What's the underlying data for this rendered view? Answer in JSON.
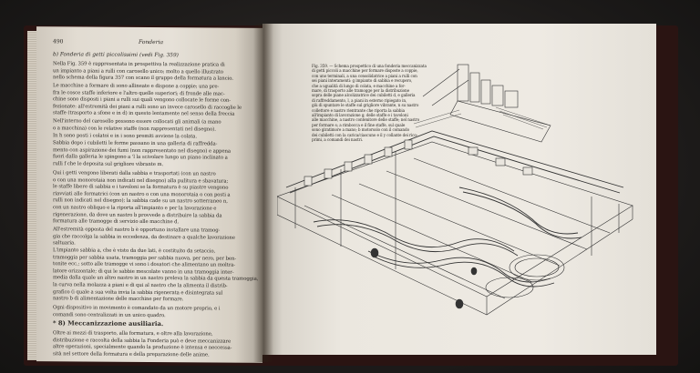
{
  "left_page": {
    "page_number": "490",
    "running_head": "Fonderia",
    "subsection_heading": "b) Fonderia di getti piccolissimi (vedi Fig. 359)",
    "paragraphs": [
      "Nella Fig. 359 è rappresentata in prospettiva la realizzazione pratica di\nun impianto a piani a rulli con carosello unico; molto a quello illustrato\nnello schema della figura 357 con scano il gruppo della formatura a lancio.",
      "Le macchine a formare di sono allineate e dispone a coppie; una pre-\nfra le cosce staffe inferiore e l'altro quelle superiori; di fronde alle mac-\nchine sono disposti i piani a rulli sui quali vengono collocate le forme con-\nfezionate: all'estremità dei piani a rulli sono un invece carosello di raccoglie le\nstaffe (trasporto a sfone e in d) in questo lentamente nel senso della freccia",
      "Nell'interno del carosello possono essere collocati gli animali (a mano\no a macchina) con le relative staffe (non rappresentati nel disegno).",
      "In h sono posti i colatoi e in i sono premiti avviene la colata.",
      "Sabbia dopo i cubiletti le forme passano in una galleria di raffredda-\nmento con aspirazione dei fumi (non rappresentato nel disegno) e appena\nfuori dalla galleria le spingono a 'l la scivolare lungo un piano inclinato a\nrulli f che le deposita sul grigliore vibrante m.",
      "Qui i getti vengono liberati dalla sabbia e trasportati (con un nastro\no con una monorotaia non indicati nel disegno) alla pulitura e sbavatura;\nle staffe libere di sabbia e i tavoloni se la formatura è su piastre vengono\nriavviati alle formatrici (con un nastro o con una monorotaia o con posti a\nrulli non indicati nel disegno); la sabbia cade su un nastro sotterraneo n,\ncon un nastro obliquo e la riporta all'impianto e per la lavorazione e\nrigenerazione, da dove un nastro b provvede a distribuire la sabbia da\nformatura alle tramogge di servizio alle macchine d.",
      "All'estremità opposta del nastro b è opportuno installare una tramog-\ngia che raccolga la sabbia in eccedenza, da destinare a qualche lavorazione\nsaltuaria.",
      "L'impianto sabbia a, che è visto da due lati, è costituito da setaccio,\ntramoggia per sabbia usata, tramoggia per sabbia nuova, per nero, per ben-\ntonite ecc.; sotto alle tramogge vi sono i dosatori che alimentano un moltra-\nlatore orizzontale; di qui le sabbie mescolate vanno in una tramoggia inter-\nmedia dalla quale un altro nastro in un nastro preleva la sabbia da questa tramoggia,\nla curva nella molazza a piani e di qui al nastro che la alimenta il distrib-\ngrafico (i quale a sua volta invia la sabbia rigenerata e disintegrata sul\nnastro b di alimentazione delle macchine per formare.",
      "Ogni dispositivo in movimento è comandato da un motore proprio, e i\ncomandi sono centralizzati in un unico quadro."
    ],
    "section_heading": "* 8) Meccanizzazione ausiliaria.",
    "closing_paragraph": "Oltre ai mezzi di trasporto, alla formatura, e oltre alla lavorazione,\ndistribuzione e raccolta della sabbia la Fonderia può e deve meccanizzare\naltre operazioni, specialmente quando la produzione è intensa e neccessa-\nsità nel settore della formatura e della preparazione delle anime."
  },
  "right_page": {
    "figure_caption": "Fig. 359. — Schema prospettico di una fonderia meccanizzata\ndi getti piccoli a macchine per formare disposte a coppie,\ncon uno terminali, a una consolidatrice a piani a rulli con\nsei piani interamenti: g impianto di sabbia e recupero,\nche a ugualità di lungo di colata, e macchine a for-\nmare, di trasporto alle tramogge per la distribuzione\nsopra delle piane alcolizzatrice dei cubiletti d, e galleria\ndi raffreddamento, l, a piani in esterno ripiegato in,\ngiù di spuntare le staffe sul grigliore vibrante, n su nastro\ncollettore e nastro rientrante che riporta la sabbia\nall'impianto di lavorazione g; delle staffe e i tavoloni\nalle macchine, a nastro contenitore delle staffe; nel nastro\nper formare s; a rimbocca e il fine staffe, sul quale\nsono giratimore a mano; b motorsolo con il comando\ndei cubiletti con la carica/ciascuno e il y collante dei rico-\nprimi, a comandi dei nastri."
  }
}
